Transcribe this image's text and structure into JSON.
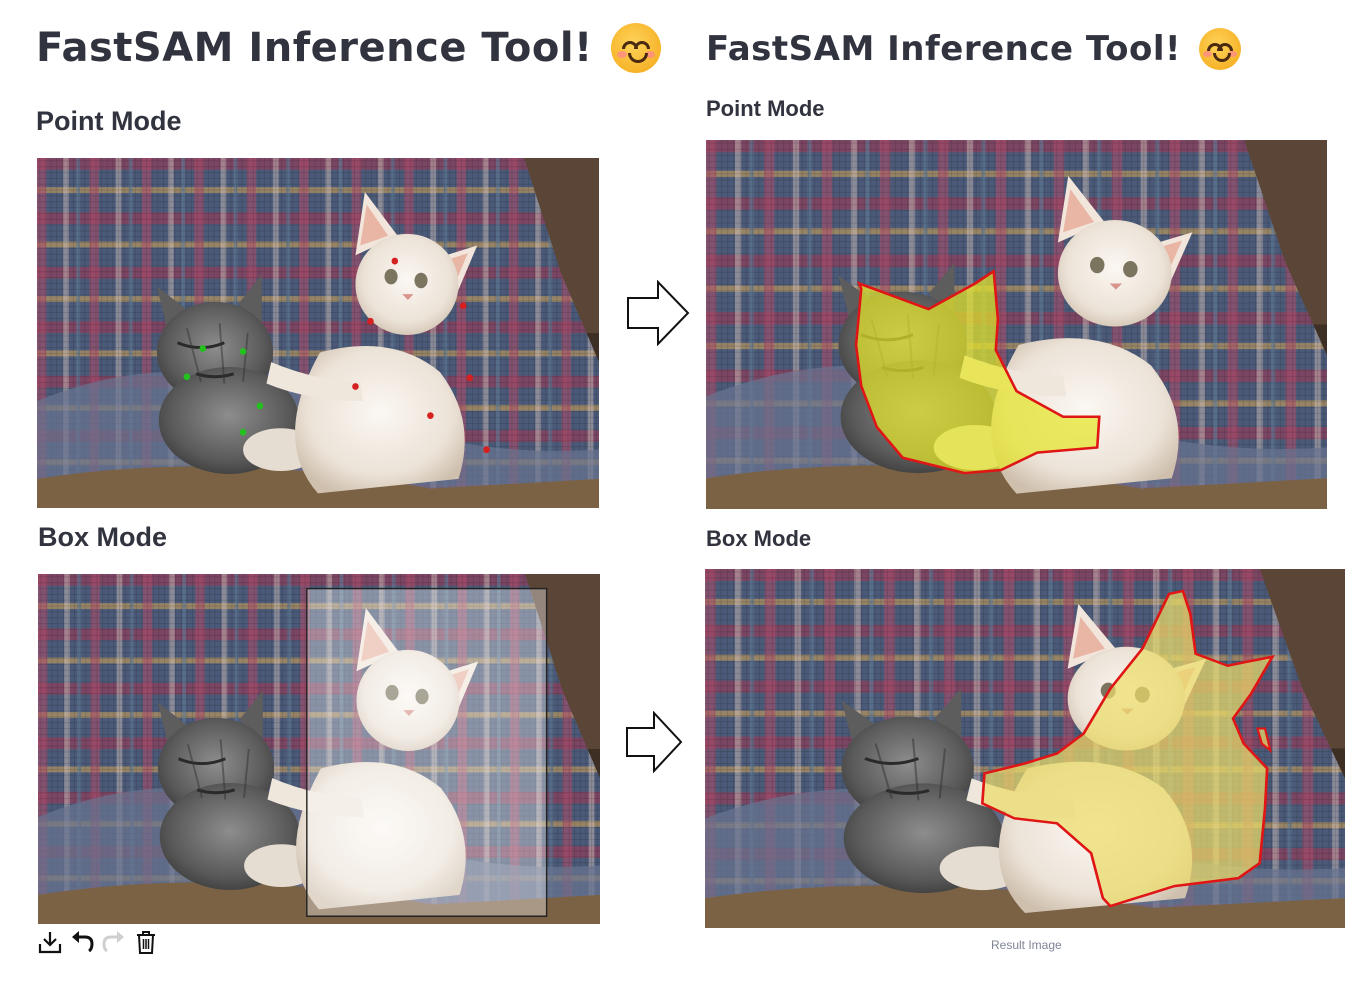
{
  "left": {
    "title": "FastSAM Inference Tool!",
    "point_mode_label": "Point Mode",
    "box_mode_label": "Box Mode"
  },
  "right": {
    "title": "FastSAM Inference Tool!",
    "point_mode_label": "Point Mode",
    "box_mode_label": "Box Mode",
    "result_caption": "Result Image"
  },
  "toolbar": {
    "icons": [
      "download-icon",
      "undo-icon",
      "redo-icon",
      "trash-icon"
    ]
  },
  "colors": {
    "positive_point": "#22c11e",
    "negative_point": "#d61f1f",
    "mask_fill": "#e5e52a",
    "mask_outline": "#e01515",
    "text": "#31333f"
  }
}
